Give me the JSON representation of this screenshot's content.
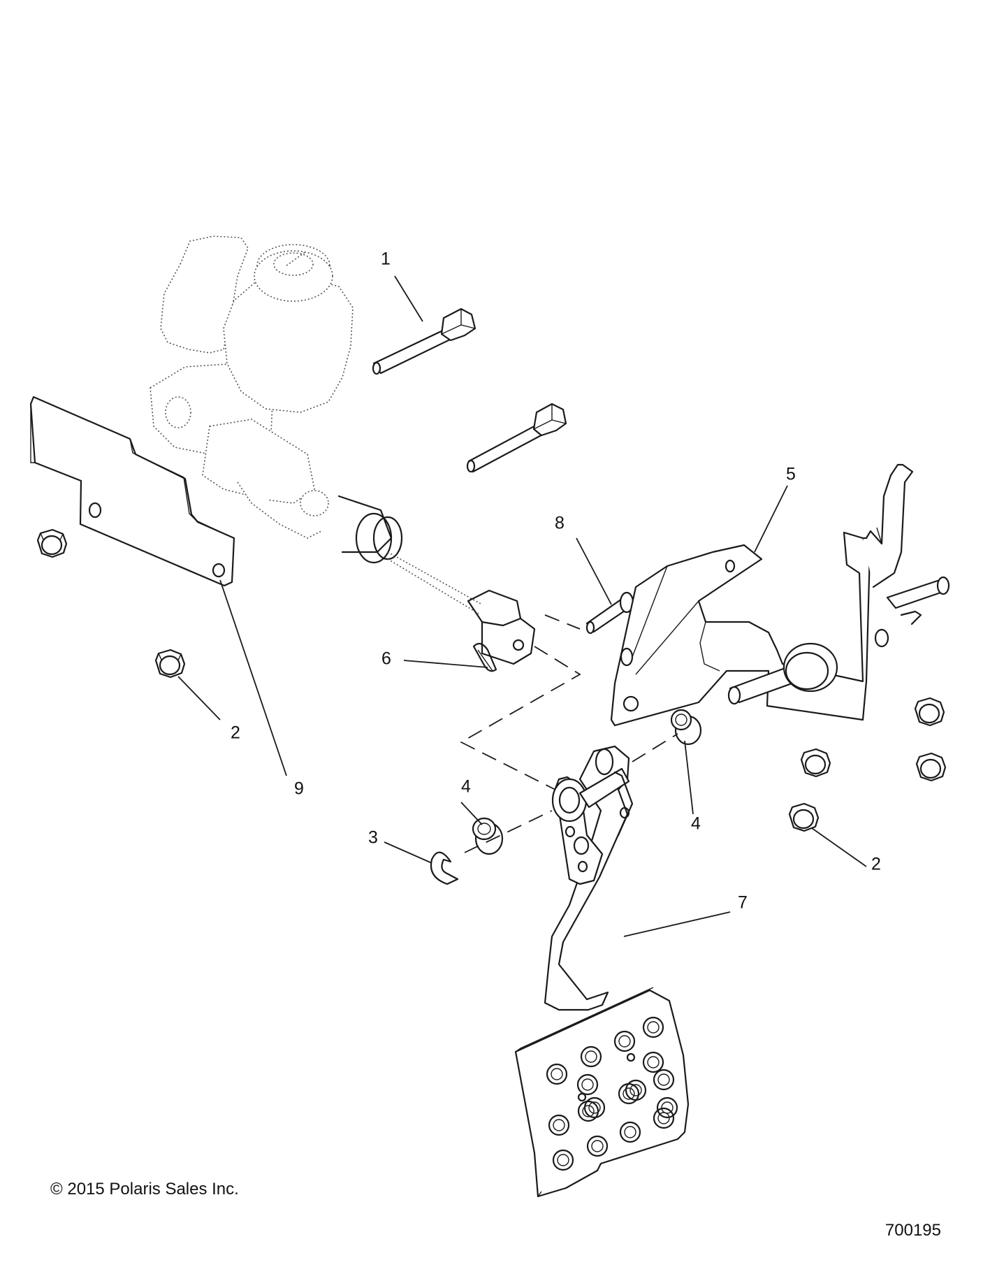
{
  "diagram": {
    "callouts": {
      "c1": "1",
      "c2a": "2",
      "c2b": "2",
      "c3": "3",
      "c4a": "4",
      "c4b": "4",
      "c5": "5",
      "c6": "6",
      "c7": "7",
      "c8": "8",
      "c9": "9"
    },
    "copyright": "© 2015 Polaris Sales Inc.",
    "figure_id": "700195"
  }
}
